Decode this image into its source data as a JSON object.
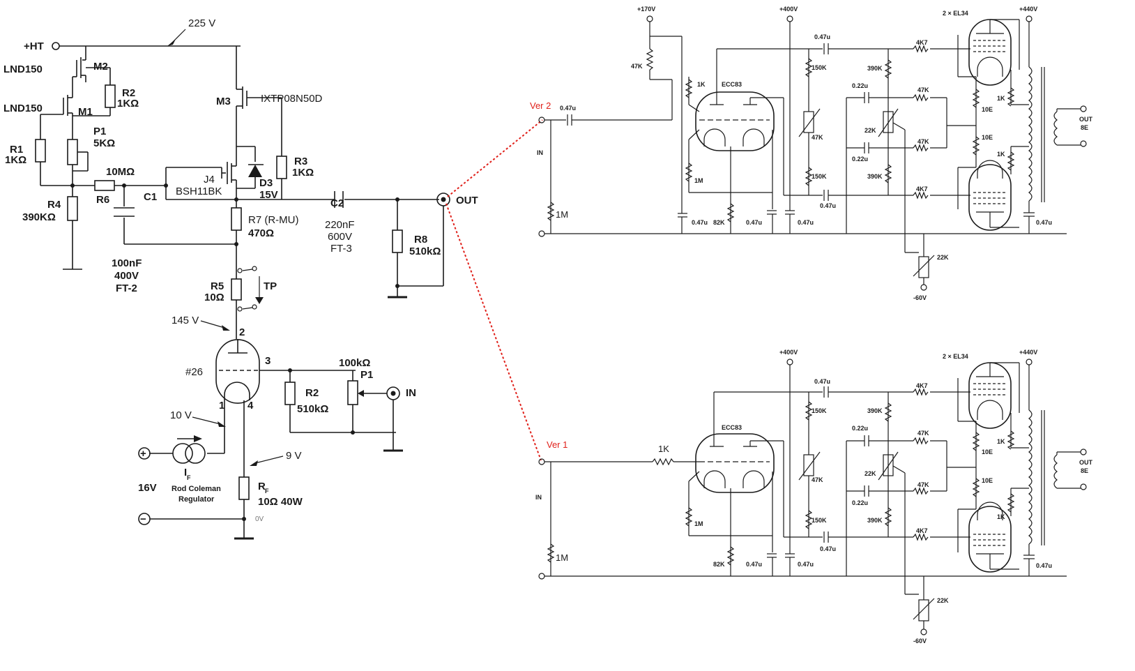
{
  "left": {
    "ht": "+HT",
    "v225": "225 V",
    "lnd1": "LND150",
    "lnd2": "LND150",
    "m1": "M1",
    "m2": "M2",
    "m3": "M3",
    "m3_part": "IXTP08N50D",
    "r2a": "R2",
    "r2a_val": "1KΩ",
    "p1": "P1",
    "p1_val": "5KΩ",
    "r1": "R1",
    "r1_val": "1KΩ",
    "r6_val": "10MΩ",
    "r6": "R6",
    "r4": "R4",
    "r4_val": "390KΩ",
    "c1": "C1",
    "j4": "J4",
    "j4_part": "BSH11BK",
    "d3": "D3",
    "d3_val": "15V",
    "r3": "R3",
    "r3_val": "1KΩ",
    "r7": "R7 (R-MU)",
    "r7_val": "470Ω",
    "c2": "C2",
    "c2_val1": "220nF",
    "c2_val2": "600V",
    "c2_val3": "FT-3",
    "out": "OUT",
    "r8": "R8",
    "r8_val": "510kΩ",
    "c1_val1": "100nF",
    "c1_val2": "400V",
    "c1_val3": "FT-2",
    "r5": "R5",
    "r5_val": "10Ω",
    "tp": "TP",
    "v145": "145 V",
    "pin2": "2",
    "tube": "#26",
    "pin3": "3",
    "pin1": "1",
    "pin4": "4",
    "p1b_val": "100kΩ",
    "p1b": "P1",
    "in": "IN",
    "r2b": "R2",
    "r2b_val": "510kΩ",
    "v10": "10 V",
    "v9": "9 V",
    "plus": "+",
    "minus": "−",
    "if_lbl": "I",
    "if_sub": "F",
    "v16": "16V",
    "reg1": "Rod Coleman",
    "reg2": "Regulator",
    "rf": "R",
    "rf_sub": "F",
    "rf_val": "10Ω 40W",
    "v0": "0V"
  },
  "ver2": {
    "tag": "Ver 2",
    "v170": "+170V",
    "v400": "+400V",
    "v440": "+440V",
    "el34": "2 × EL34",
    "r47k": "47K",
    "cin": "0.47u",
    "in": "IN",
    "r1m": "1M",
    "k1": "1K",
    "ecc83": "ECC83",
    "grid1m": "1M",
    "c_k": "0.47u",
    "r82k": "82K",
    "c_mid": "0.47u",
    "c_b": "0.47u",
    "ctop": "0.47u",
    "r150a": "150K",
    "pot47": "47K",
    "r150b": "150K",
    "cbot": "0.47u",
    "r390a": "390K",
    "c022a": "0.22u",
    "r47a": "47K",
    "pot22": "22K",
    "c022b": "0.22u",
    "r47b": "47K",
    "r390b": "390K",
    "r4k7a": "4K7",
    "r4k7b": "4K7",
    "r1ka": "1K",
    "r10ea": "10E",
    "r10eb": "10E",
    "r1kb": "1K",
    "cout": "0.47u",
    "out": "OUT",
    "out8": "8E",
    "bias": "22K",
    "neg60": "-60V"
  },
  "ver1": {
    "tag": "Ver 1",
    "v400": "+400V",
    "v440": "+440V",
    "el34": "2 × EL34",
    "in": "IN",
    "r1m": "1M",
    "k1": "1K",
    "ecc83": "ECC83",
    "grid1m": "1M",
    "r82k": "82K",
    "c_mid": "0.47u",
    "c_b": "0.47u",
    "ctop": "0.47u",
    "r150a": "150K",
    "pot47": "47K",
    "r150b": "150K",
    "cbot": "0.47u",
    "r390a": "390K",
    "c022a": "0.22u",
    "r47a": "47K",
    "pot22": "22K",
    "c022b": "0.22u",
    "r47b": "47K",
    "r390b": "390K",
    "r4k7a": "4K7",
    "r4k7b": "4K7",
    "r1ka": "1K",
    "r10ea": "10E",
    "r10eb": "10E",
    "r1kb": "1K",
    "cout": "0.47u",
    "out": "OUT",
    "out8": "8E",
    "bias": "22K",
    "neg60": "-60V"
  }
}
